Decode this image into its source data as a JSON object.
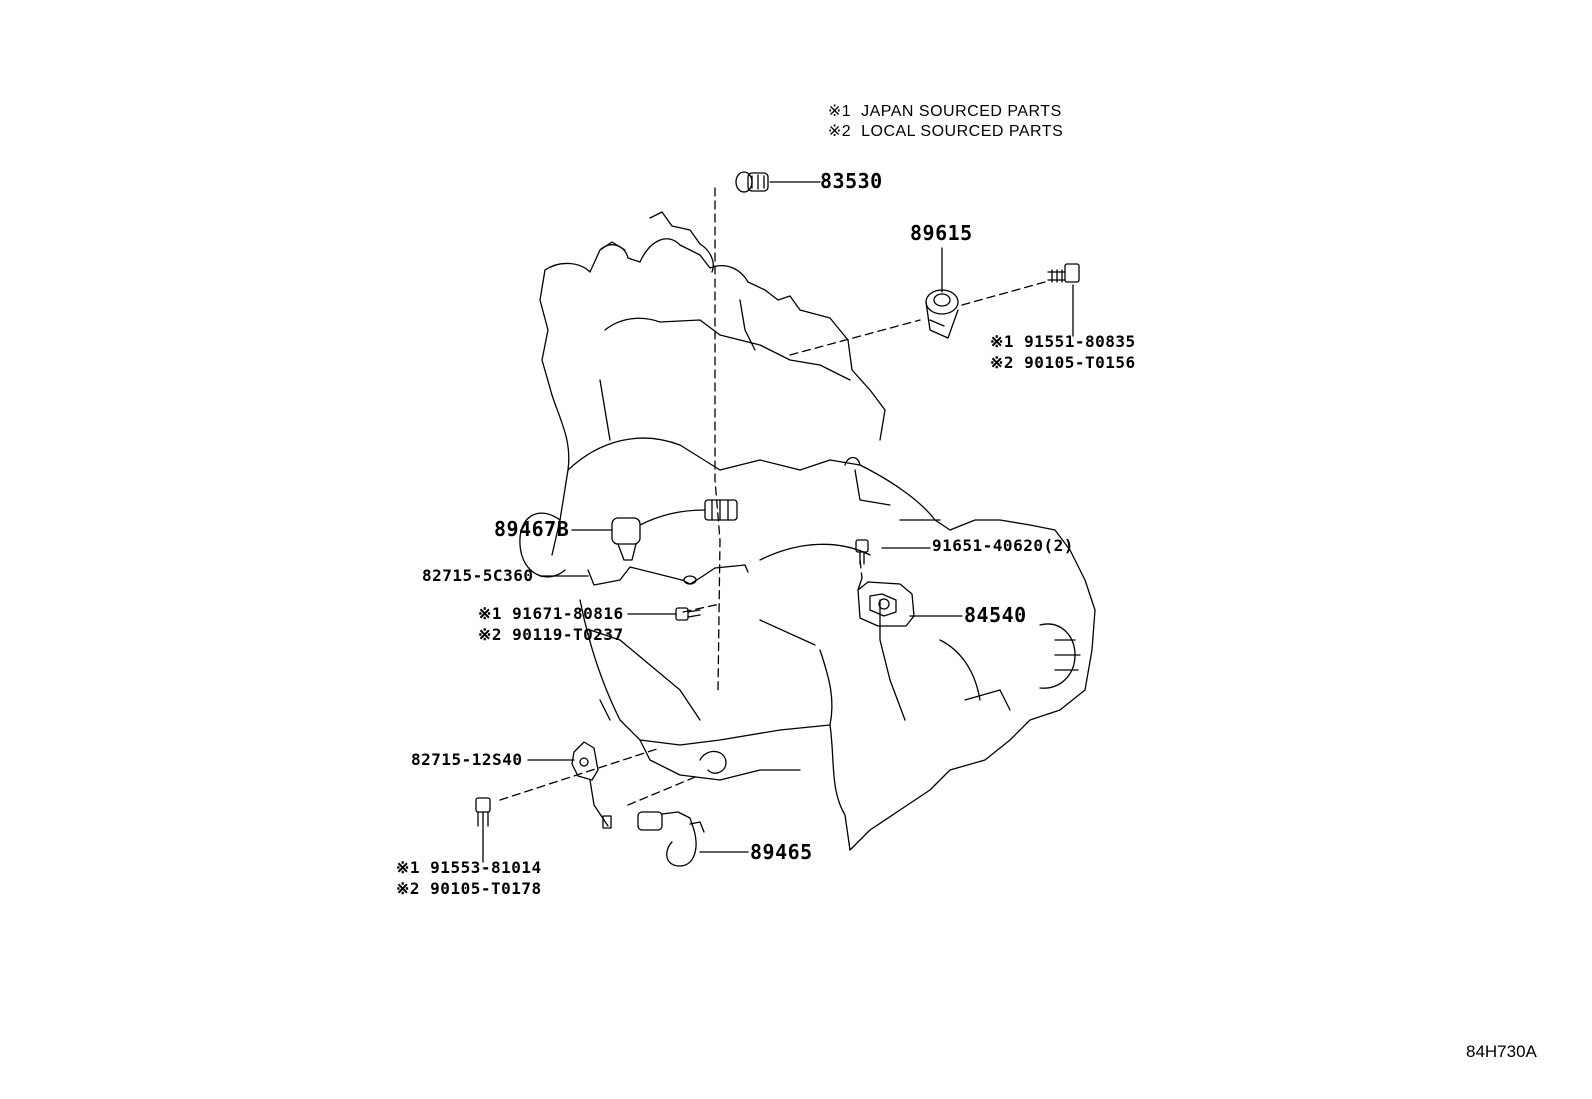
{
  "legend": [
    {
      "mark": "※1",
      "text": "JAPAN SOURCED PARTS"
    },
    {
      "mark": "※2",
      "text": "LOCAL SOURCED PARTS"
    }
  ],
  "parts": {
    "p83530": "83530",
    "p89615": "89615",
    "p91551_1": "※1 91551-80835",
    "p91551_2": "※2 90105-T0156",
    "p89467B": "89467B",
    "p91651": "91651-40620(2)",
    "p82715_5C360": "82715-5C360",
    "p91671_1": "※1 91671-80816",
    "p91671_2": "※2 90119-T0237",
    "p84540": "84540",
    "p82715_12S40": "82715-12S40",
    "p89465": "89465",
    "p91553_1": "※1 91553-81014",
    "p91553_2": "※2 90105-T0178"
  },
  "illustration_code": "84H730A",
  "line_color": "#000000"
}
